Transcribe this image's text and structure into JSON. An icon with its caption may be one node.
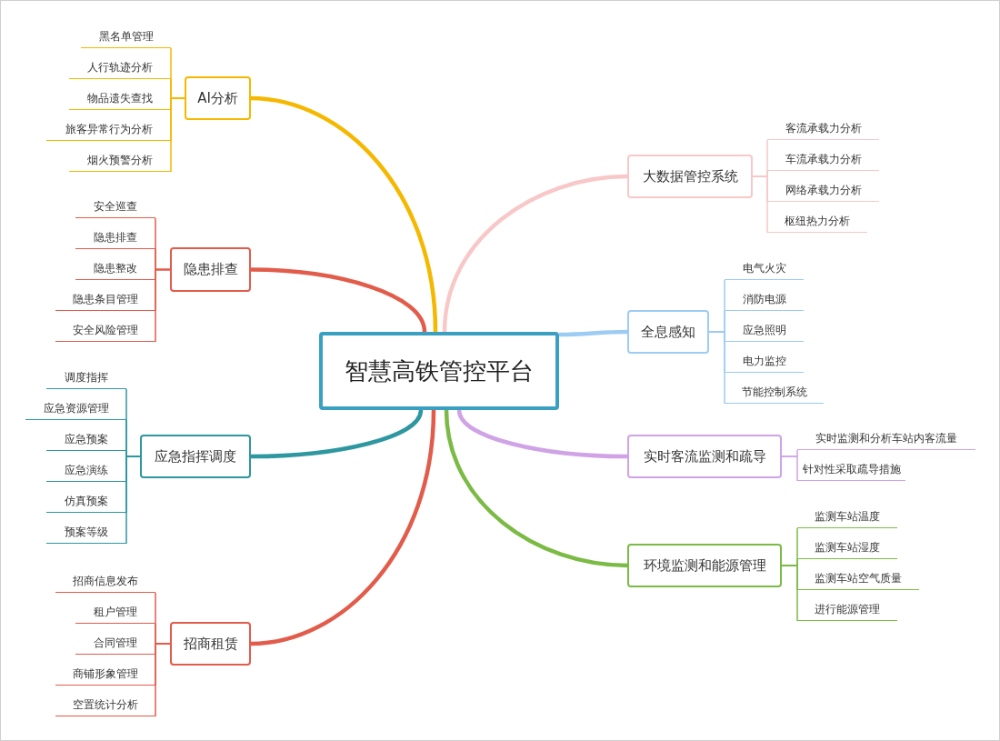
{
  "diagram": {
    "nodes": [
      {
        "text": [
          "智慧高铁管控平台"
        ]
      },
      {
        "text": [
          "AI分析"
        ]
      },
      {
        "text": [
          "黑名单管理"
        ]
      },
      {
        "text": [
          "人行轨迹分析"
        ]
      },
      {
        "text": [
          "物品遗失查找"
        ]
      },
      {
        "text": [
          "旅客异常行为分析"
        ]
      },
      {
        "text": [
          "烟火预警分析"
        ]
      },
      {
        "text": [
          "隐患排查"
        ]
      },
      {
        "text": [
          "安全巡查"
        ]
      },
      {
        "text": [
          "隐患排查"
        ]
      },
      {
        "text": [
          "隐患整改"
        ]
      },
      {
        "text": [
          "隐患条目管理"
        ]
      },
      {
        "text": [
          "安全风险管理"
        ]
      },
      {
        "text": [
          "应急指挥调度"
        ]
      },
      {
        "text": [
          "调度指挥"
        ]
      },
      {
        "text": [
          "应急资源管理"
        ]
      },
      {
        "text": [
          "应急预案"
        ]
      },
      {
        "text": [
          "应急演练"
        ]
      },
      {
        "text": [
          "仿真预案"
        ]
      },
      {
        "text": [
          "预案等级"
        ]
      },
      {
        "text": [
          "招商租赁"
        ]
      },
      {
        "text": [
          "招商信息发布"
        ]
      },
      {
        "text": [
          "租户管理"
        ]
      },
      {
        "text": [
          "合同管理"
        ]
      },
      {
        "text": [
          "商铺形象管理"
        ]
      },
      {
        "text": [
          "空置统计分析"
        ]
      },
      {
        "text": [
          "大数据管控系统"
        ]
      },
      {
        "text": [
          "客流承载力分析"
        ]
      },
      {
        "text": [
          "车流承载力分析"
        ]
      },
      {
        "text": [
          "网络承载力分析"
        ]
      },
      {
        "text": [
          "枢纽热力分析"
        ]
      },
      {
        "text": [
          "全息感知"
        ]
      },
      {
        "text": [
          "电气火灾"
        ]
      },
      {
        "text": [
          "消防电源"
        ]
      },
      {
        "text": [
          "应急照明"
        ]
      },
      {
        "text": [
          "电力监控"
        ]
      },
      {
        "text": [
          "节能控制系统"
        ]
      },
      {
        "text": [
          "实时客流监测和疏导"
        ]
      },
      {
        "text": [
          "实时监测和分析车站内客流量"
        ]
      },
      {
        "text": [
          "针对性采取疏导措施"
        ]
      },
      {
        "text": [
          "环境监测和能源管理"
        ]
      },
      {
        "text": [
          "监测车站温度"
        ]
      },
      {
        "text": [
          "监测车站湿度"
        ]
      },
      {
        "text": [
          "监测车站空气质量"
        ]
      },
      {
        "text": [
          "进行能源管理"
        ]
      }
    ],
    "edges": [
      {
        "from": 0,
        "to": 1,
        "arrow": "none",
        "style": "thick",
        "color": "#f5b800"
      },
      {
        "from": 1,
        "to": 2,
        "arrow": "none",
        "color": "#f5b800"
      },
      {
        "from": 1,
        "to": 3,
        "arrow": "none",
        "color": "#f5b800"
      },
      {
        "from": 1,
        "to": 4,
        "arrow": "none",
        "color": "#f5b800"
      },
      {
        "from": 1,
        "to": 5,
        "arrow": "none",
        "color": "#f5b800"
      },
      {
        "from": 1,
        "to": 6,
        "arrow": "none",
        "color": "#f5b800"
      },
      {
        "from": 0,
        "to": 7,
        "arrow": "none",
        "style": "thick",
        "color": "#e25c4b"
      },
      {
        "from": 7,
        "to": 8,
        "arrow": "none",
        "color": "#e25c4b"
      },
      {
        "from": 7,
        "to": 9,
        "arrow": "none",
        "color": "#e25c4b"
      },
      {
        "from": 7,
        "to": 10,
        "arrow": "none",
        "color": "#e25c4b"
      },
      {
        "from": 7,
        "to": 11,
        "arrow": "none",
        "color": "#e25c4b"
      },
      {
        "from": 7,
        "to": 12,
        "arrow": "none",
        "color": "#e25c4b"
      },
      {
        "from": 0,
        "to": 13,
        "arrow": "none",
        "style": "thick",
        "color": "#2e97a0"
      },
      {
        "from": 13,
        "to": 14,
        "arrow": "none",
        "color": "#2e97a0"
      },
      {
        "from": 13,
        "to": 15,
        "arrow": "none",
        "color": "#2e97a0"
      },
      {
        "from": 13,
        "to": 16,
        "arrow": "none",
        "color": "#2e97a0"
      },
      {
        "from": 13,
        "to": 17,
        "arrow": "none",
        "color": "#2e97a0"
      },
      {
        "from": 13,
        "to": 18,
        "arrow": "none",
        "color": "#2e97a0"
      },
      {
        "from": 13,
        "to": 19,
        "arrow": "none",
        "color": "#2e97a0"
      },
      {
        "from": 0,
        "to": 20,
        "arrow": "none",
        "style": "thick",
        "color": "#e25c4b"
      },
      {
        "from": 20,
        "to": 21,
        "arrow": "none",
        "color": "#e25c4b"
      },
      {
        "from": 20,
        "to": 22,
        "arrow": "none",
        "color": "#e25c4b"
      },
      {
        "from": 20,
        "to": 23,
        "arrow": "none",
        "color": "#e25c4b"
      },
      {
        "from": 20,
        "to": 24,
        "arrow": "none",
        "color": "#e25c4b"
      },
      {
        "from": 20,
        "to": 25,
        "arrow": "none",
        "color": "#e25c4b"
      },
      {
        "from": 0,
        "to": 26,
        "arrow": "none",
        "style": "thick",
        "color": "#f8c8c8"
      },
      {
        "from": 26,
        "to": 27,
        "arrow": "none",
        "color": "#f8c8c8"
      },
      {
        "from": 26,
        "to": 28,
        "arrow": "none",
        "color": "#f8c8c8"
      },
      {
        "from": 26,
        "to": 29,
        "arrow": "none",
        "color": "#f8c8c8"
      },
      {
        "from": 26,
        "to": 30,
        "arrow": "none",
        "color": "#f8c8c8"
      },
      {
        "from": 0,
        "to": 31,
        "arrow": "none",
        "style": "thick",
        "color": "#9ccbf4"
      },
      {
        "from": 31,
        "to": 32,
        "arrow": "none",
        "color": "#9ccbf4"
      },
      {
        "from": 31,
        "to": 33,
        "arrow": "none",
        "color": "#9ccbf4"
      },
      {
        "from": 31,
        "to": 34,
        "arrow": "none",
        "color": "#9ccbf4"
      },
      {
        "from": 31,
        "to": 35,
        "arrow": "none",
        "color": "#9ccbf4"
      },
      {
        "from": 31,
        "to": 36,
        "arrow": "none",
        "color": "#9ccbf4"
      },
      {
        "from": 0,
        "to": 37,
        "arrow": "none",
        "style": "thick",
        "color": "#cfa3e6"
      },
      {
        "from": 37,
        "to": 38,
        "arrow": "none",
        "color": "#cfa3e6"
      },
      {
        "from": 37,
        "to": 39,
        "arrow": "none",
        "color": "#cfa3e6"
      },
      {
        "from": 0,
        "to": 40,
        "arrow": "none",
        "style": "thick",
        "color": "#7bbb45"
      },
      {
        "from": 40,
        "to": 41,
        "arrow": "none",
        "color": "#7bbb45"
      },
      {
        "from": 40,
        "to": 42,
        "arrow": "none",
        "color": "#7bbb45"
      },
      {
        "from": 40,
        "to": 43,
        "arrow": "none",
        "color": "#7bbb45"
      },
      {
        "from": 40,
        "to": 44,
        "arrow": "none",
        "color": "#7bbb45"
      }
    ]
  }
}
